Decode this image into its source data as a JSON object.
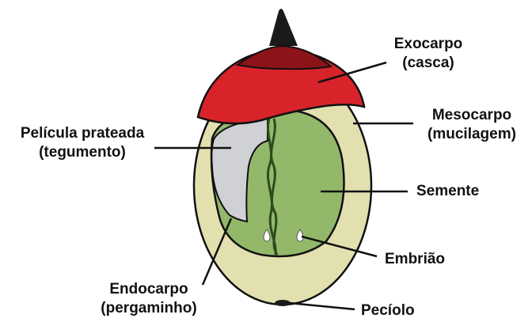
{
  "labels": {
    "exocarpo": {
      "line1": "Exocarpo",
      "line2": "(casca)"
    },
    "mesocarpo": {
      "line1": "Mesocarpo",
      "line2": "(mucilagem)"
    },
    "pelicula": {
      "line1": "Película prateada",
      "line2": "(tegumento)"
    },
    "semente": {
      "line1": "Semente"
    },
    "embriao": {
      "line1": "Embrião"
    },
    "endocarpo": {
      "line1": "Endocarpo",
      "line2": "(pergaminho)"
    },
    "peciolo": {
      "line1": "Pecíolo"
    }
  },
  "colors": {
    "exocarp_red": "#d8232a",
    "exocarp_dark": "#8c1418",
    "mesocarp_cream": "#e3e0b0",
    "seed_green": "#93b86a",
    "tegument_gray": "#cfd1d4",
    "tip_black": "#1a1a1a",
    "outline": "#111111"
  }
}
